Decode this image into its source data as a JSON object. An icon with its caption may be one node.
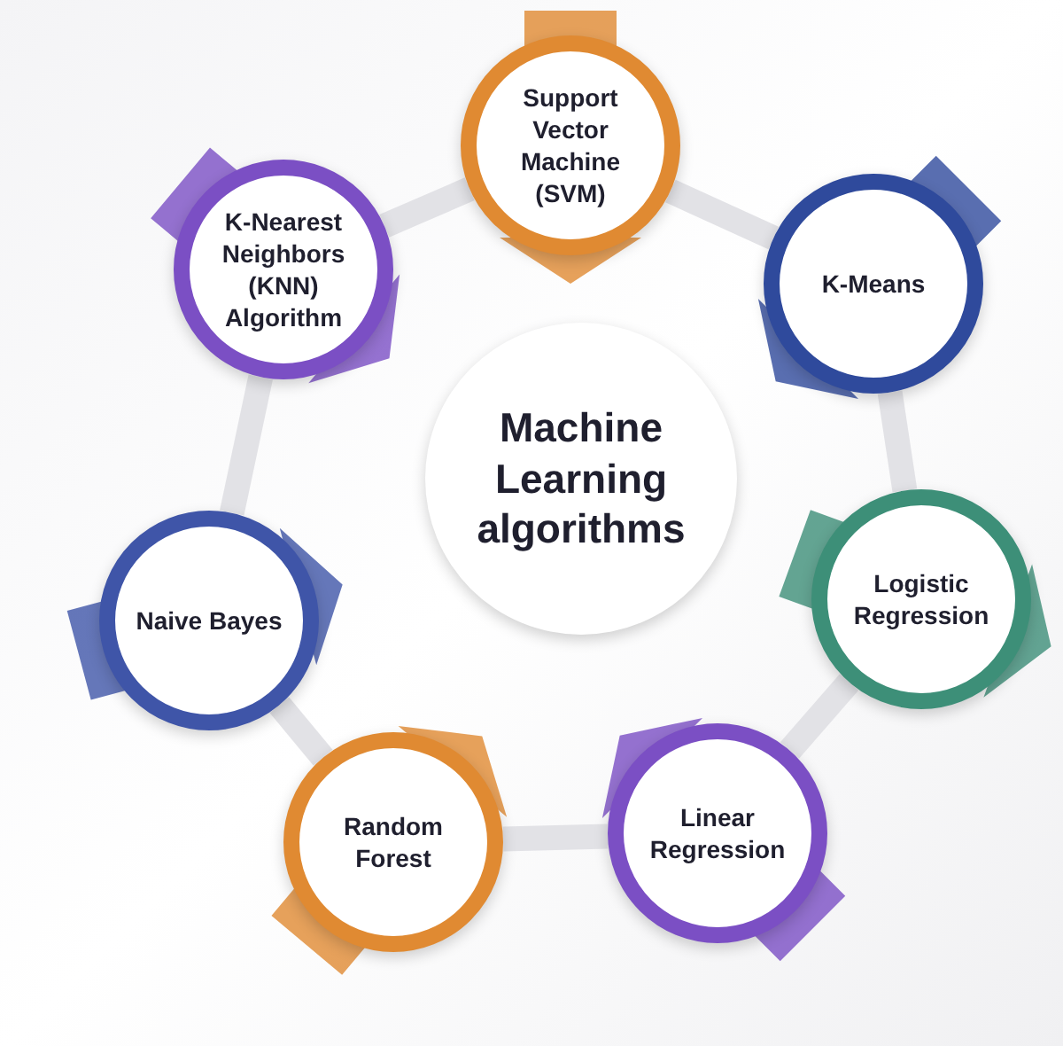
{
  "diagram": {
    "nodes": [
      {
        "text": [
          "Machine Learning algorithms"
        ]
      },
      {
        "text": [
          "Support Vector Machine (SVM)"
        ]
      },
      {
        "text": [
          "K-Means"
        ]
      },
      {
        "text": [
          "Logistic Regression"
        ]
      },
      {
        "text": [
          "Linear Regression"
        ]
      },
      {
        "text": [
          "Random Forest"
        ]
      },
      {
        "text": [
          "Naive Bayes"
        ]
      },
      {
        "text": [
          "K-Nearest Neighbors (KNN) Algorithm"
        ]
      }
    ],
    "edges": [
      {
        "from": 1,
        "to": 2,
        "arrow": "none"
      },
      {
        "from": 2,
        "to": 3,
        "arrow": "none"
      },
      {
        "from": 3,
        "to": 4,
        "arrow": "none"
      },
      {
        "from": 4,
        "to": 5,
        "arrow": "none"
      },
      {
        "from": 5,
        "to": 6,
        "arrow": "none"
      },
      {
        "from": 6,
        "to": 7,
        "arrow": "none"
      },
      {
        "from": 7,
        "to": 1,
        "arrow": "none"
      }
    ]
  }
}
